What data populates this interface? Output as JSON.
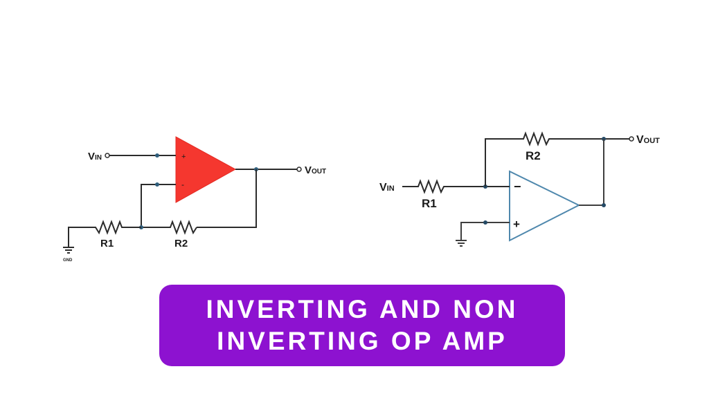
{
  "colors": {
    "opamp_left_fill": "#f5372f",
    "opamp_right_stroke": "#4f88ad",
    "banner_background": "#8d12d0",
    "banner_text": "#ffffff"
  },
  "left_circuit": {
    "vin_main": "V",
    "vin_sub": "IN",
    "vout_main": "V",
    "vout_sub": "OUT",
    "plus_sign": "+",
    "minus_sign": "-",
    "r1_label": "R1",
    "r2_label": "R2",
    "gnd_label": "GND"
  },
  "right_circuit": {
    "vin_main": "V",
    "vin_sub": "IN",
    "vout_main": "V",
    "vout_sub": "OUT",
    "minus_sign": "−",
    "plus_sign": "+",
    "r1_label": "R1",
    "r2_label": "R2"
  },
  "banner": {
    "line1": "INVERTING AND NON",
    "line2": "INVERTING OP AMP"
  }
}
